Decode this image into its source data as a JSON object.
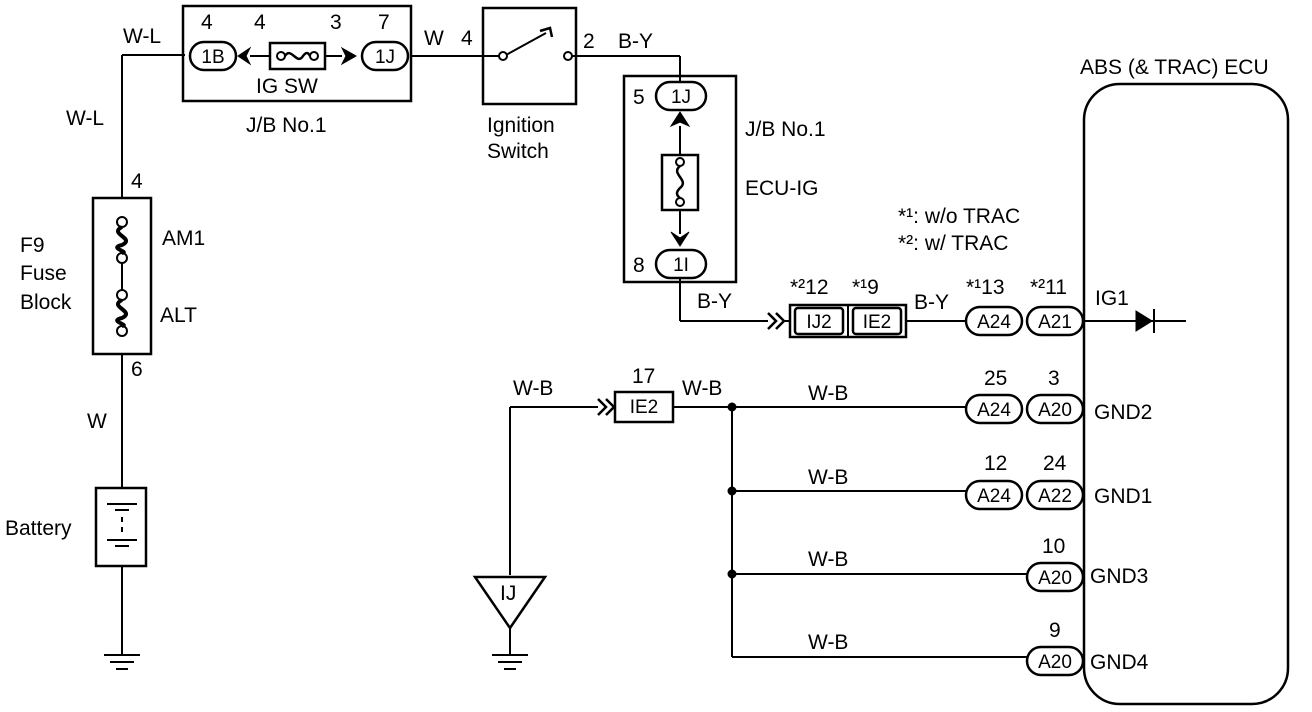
{
  "diagram_labels": {
    "ecu_title": "ABS (& TRAC) ECU",
    "fuse_block_line1": "F9",
    "fuse_block_line2": "Fuse",
    "fuse_block_line3": "Block",
    "fuse_am1": "AM1",
    "fuse_alt": "ALT",
    "battery": "Battery",
    "ig_sw_fuse": "IG SW",
    "jb_no1_top": "J/B No.1",
    "jb_no1_right": "J/B No.1",
    "ignition_switch_line1": "Ignition",
    "ignition_switch_line2": "Switch",
    "ecu_ig_fuse": "ECU-IG",
    "note1": "*¹: w/o TRAC",
    "note2": "*²: w/ TRAC",
    "ground_point": "IJ",
    "wires": {
      "wl_top": "W-L",
      "wl_left": "W-L",
      "w_bottom": "W",
      "w_top": "W",
      "by_top": "B-Y",
      "by_mid": "B-Y",
      "by_right": "B-Y",
      "wb_left": "W-B",
      "wb_mid": "W-B",
      "wb_gnd2": "W-B",
      "wb_gnd1": "W-B",
      "wb_gnd3": "W-B",
      "wb_gnd4": "W-B"
    },
    "pins": {
      "fuse_top": "4",
      "fuse_bottom": "6",
      "jb_1b": "4",
      "jb_fuse_left": "4",
      "jb_fuse_right": "3",
      "jb_1j": "7",
      "ign_in": "4",
      "ign_out": "2",
      "jb2_1j": "5",
      "jb2_1i": "8",
      "ij2": "*²12",
      "ie2_upper": "*¹9",
      "a24_upper": "*¹13",
      "a21": "*²11",
      "ie2_lower": "17",
      "gnd2_a24": "25",
      "gnd2_a20": "3",
      "gnd1_a24": "12",
      "gnd1_a22": "24",
      "gnd3_a20": "10",
      "gnd4_a20": "9"
    },
    "connectors": {
      "c1b": "1B",
      "c1j_top": "1J",
      "c1j_right": "1J",
      "c1i": "1I",
      "ij2": "IJ2",
      "ie2_upper": "IE2",
      "a24_upper": "A24",
      "a21": "A21",
      "ie2_lower": "IE2",
      "gnd2_a24": "A24",
      "gnd2_a20": "A20",
      "gnd1_a24": "A24",
      "gnd1_a22": "A22",
      "gnd3_a20": "A20",
      "gnd4_a20": "A20"
    },
    "terminals": {
      "ig1": "IG1",
      "gnd2": "GND2",
      "gnd1": "GND1",
      "gnd3": "GND3",
      "gnd4": "GND4"
    }
  }
}
